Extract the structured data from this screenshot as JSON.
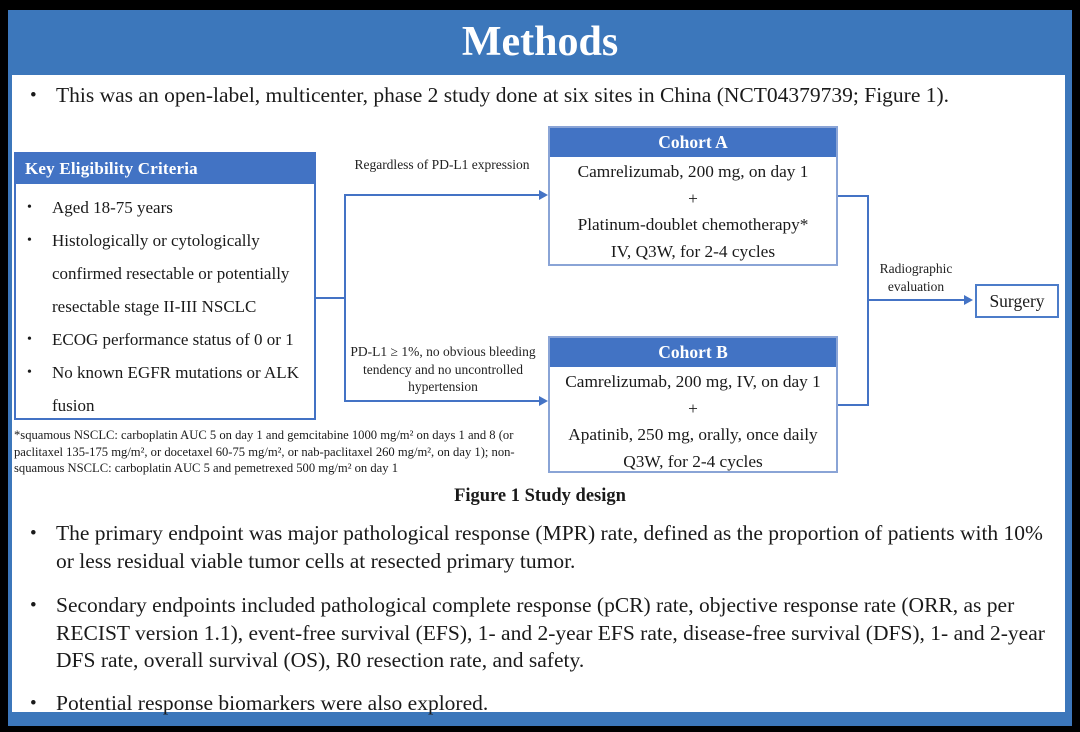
{
  "colors": {
    "frame_blue": "#3c77bb",
    "header_blue": "#4273c4",
    "line_blue": "#4473c5"
  },
  "bullet_char": "•",
  "slide": {
    "title": "Methods",
    "bullets": [
      "This was an open-label, multicenter, phase 2 study done at six sites in China (NCT04379739; Figure 1).",
      "The primary endpoint was major pathological response (MPR) rate, defined as the proportion of patients with 10% or less residual viable tumor cells at resected primary tumor.",
      "Secondary endpoints included pathological complete response (pCR) rate, objective response rate (ORR, as per RECIST version 1.1), event-free survival (EFS), 1- and 2-year EFS rate, disease-free survival (DFS), 1- and 2-year DFS rate, overall survival (OS), R0 resection rate, and safety.",
      "Potential response biomarkers were also explored."
    ],
    "figure": {
      "caption": "Figure 1 Study design",
      "eligibility": {
        "header": "Key  Eligibility Criteria",
        "items": [
          "Aged 18-75 years",
          "Histologically or cytologically confirmed resectable or potentially resectable stage II-III NSCLC",
          "ECOG performance status of 0 or 1",
          "No known EGFR mutations or ALK fusion"
        ]
      },
      "footnote": "*squamous NSCLC: carboplatin AUC 5 on day 1 and gemcitabine 1000 mg/m² on days 1 and 8 (or paclitaxel 135-175 mg/m², or docetaxel 60-75 mg/m², or nab-paclitaxel 260 mg/m², on day 1); non-squamous NSCLC: carboplatin AUC 5 and pemetrexed 500 mg/m² on day 1",
      "arrows": {
        "top_label": "Regardless  of PD-L1 expression",
        "bottom_label": "PD-L1 ≥ 1%, no obvious bleeding tendency and no uncontrolled hypertension",
        "radiographic_label": "Radiographic evaluation"
      },
      "cohort_a": {
        "header": "Cohort A",
        "lines": [
          "Camrelizumab, 200 mg, on day 1",
          "+",
          "Platinum-doublet chemotherapy*",
          "IV, Q3W, for 2-4 cycles"
        ]
      },
      "cohort_b": {
        "header": "Cohort B",
        "lines": [
          "Camrelizumab, 200 mg, IV, on day 1",
          "+",
          "Apatinib, 250 mg, orally, once daily",
          "Q3W, for 2-4 cycles"
        ]
      },
      "surgery_label": "Surgery"
    }
  }
}
